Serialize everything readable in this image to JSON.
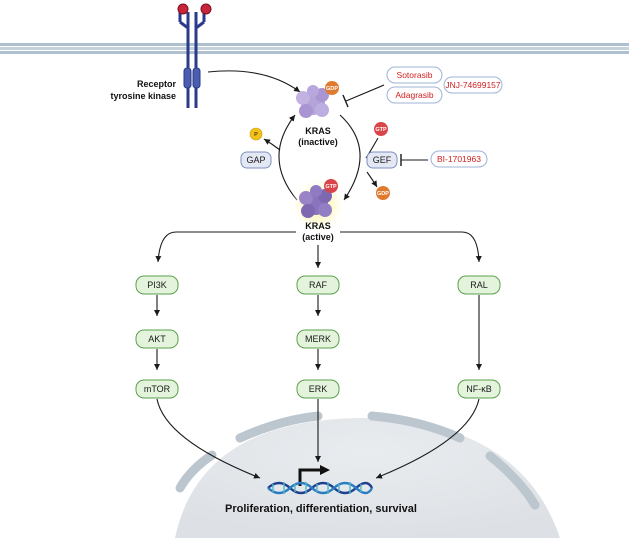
{
  "receptor": {
    "label_line1": "Receptor",
    "label_line2": "tyrosine kinase"
  },
  "kras_inactive": {
    "label_line1": "KRAS",
    "label_line2": "(inactive)"
  },
  "kras_active": {
    "label_line1": "KRAS",
    "label_line2": "(active)"
  },
  "molecules": {
    "gdp": "GDP",
    "gtp": "GTP",
    "phosphate": "P"
  },
  "regulators": {
    "gap": "GAP",
    "gef": "GEF"
  },
  "inhibitors": {
    "sotorasib": "Sotorasib",
    "adagrasib": "Adagrasib",
    "jnj": "JNJ-74699157",
    "bi": "BI-1701963"
  },
  "pathways": {
    "pi3k": "PI3K",
    "akt": "AKT",
    "mtor": "mTOR",
    "raf": "RAF",
    "merk": "MERK",
    "erk": "ERK",
    "ral": "RAL",
    "nfkb": "NF-κB"
  },
  "nucleus": {
    "outcome": "Proliferation, differentiation, survival"
  },
  "colors": {
    "pathway_fill": "#e4f4dc",
    "pathway_stroke": "#5aa04c",
    "regulator_fill": "#e3e8f4",
    "inhibitor_text": "#d02020",
    "gtp": "#d9454a",
    "gdp": "#e07a2e",
    "phosphate": "#f2c21a",
    "kras": "#9a84c8"
  }
}
